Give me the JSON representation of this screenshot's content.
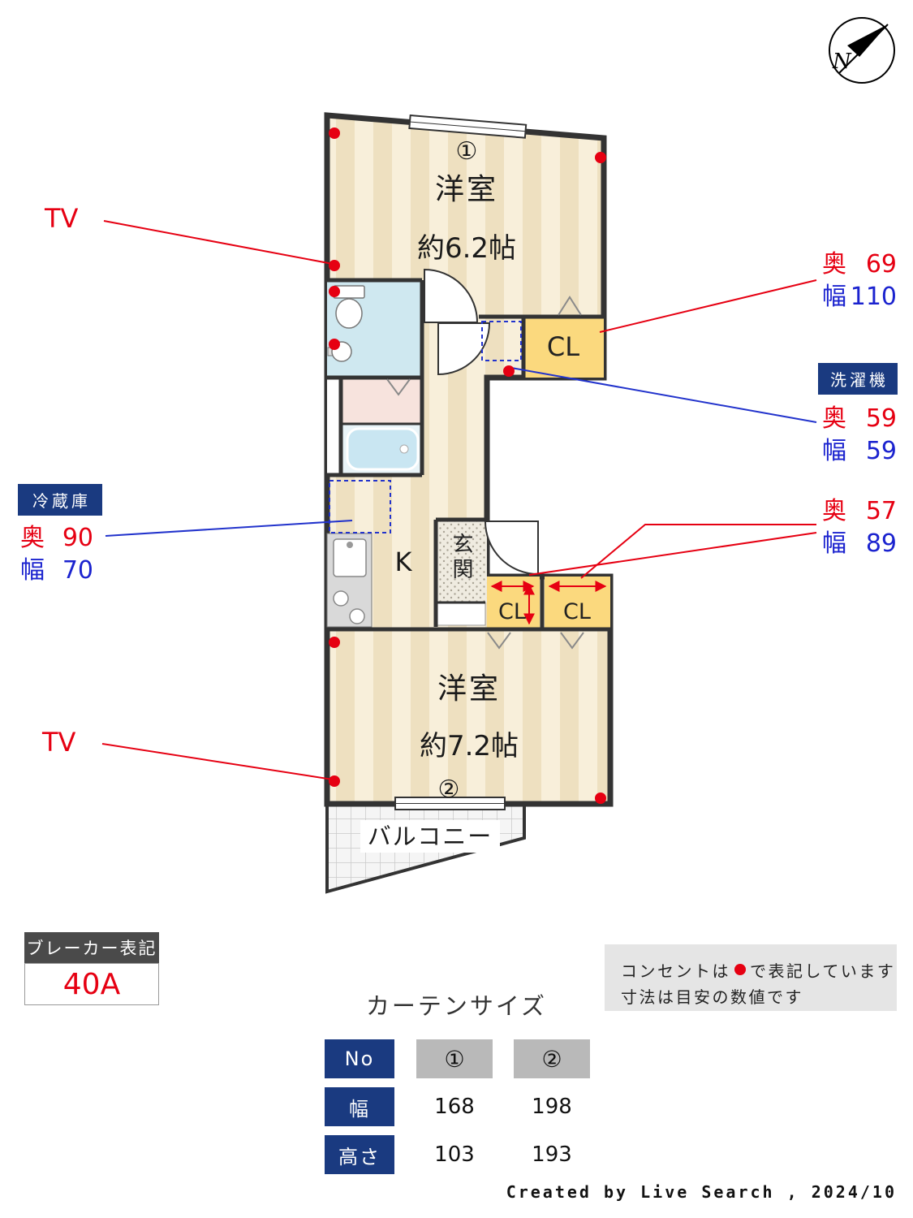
{
  "compass": {
    "north_label": "N"
  },
  "floorplan": {
    "room1": {
      "number": "①",
      "name": "洋室",
      "size": "約6.2帖"
    },
    "room2": {
      "number": "②",
      "name": "洋室",
      "size": "約7.2帖"
    },
    "kitchen_label": "K",
    "entrance_label": "玄関",
    "balcony_label": "バルコニー",
    "closet1_label": "CL",
    "closet2_label": "CL",
    "closet3_label": "CL"
  },
  "annotations": {
    "tv_top": "TV",
    "tv_bottom": "TV",
    "closet_top": {
      "depth_label": "奥",
      "depth_value": "69",
      "width_label": "幅",
      "width_value": "110"
    },
    "washer": {
      "badge": "洗濯機",
      "depth_label": "奥",
      "depth_value": "59",
      "width_label": "幅",
      "width_value": "59"
    },
    "closet_pair": {
      "depth_label": "奥",
      "depth_value": "57",
      "width_label": "幅",
      "width_value": "89"
    },
    "fridge": {
      "badge": "冷蔵庫",
      "depth_label": "奥",
      "depth_value": "90",
      "width_label": "幅",
      "width_value": "70"
    }
  },
  "breaker": {
    "title": "ブレーカー表記",
    "value": "40A"
  },
  "curtain": {
    "title": "カーテンサイズ",
    "row_no": {
      "header": "No",
      "col1": "①",
      "col2": "②"
    },
    "row_width": {
      "header": "幅",
      "col1": "168",
      "col2": "198"
    },
    "row_height": {
      "header": "高さ",
      "col1": "103",
      "col2": "193"
    }
  },
  "notes": {
    "line1_before": "コンセントは",
    "line1_after": "で表記しています",
    "line2": "寸法は目安の数値です"
  },
  "footer": "Created by Live Search , 2024/10",
  "colors": {
    "accent_red": "#e60012",
    "accent_blue": "#1b23cf",
    "navy": "#1a3a80",
    "closet_yellow": "#fbd97e",
    "bathroom_blue": "#cfe8f0",
    "washroom_pink": "#f7e3dd",
    "wall": "#333333"
  }
}
